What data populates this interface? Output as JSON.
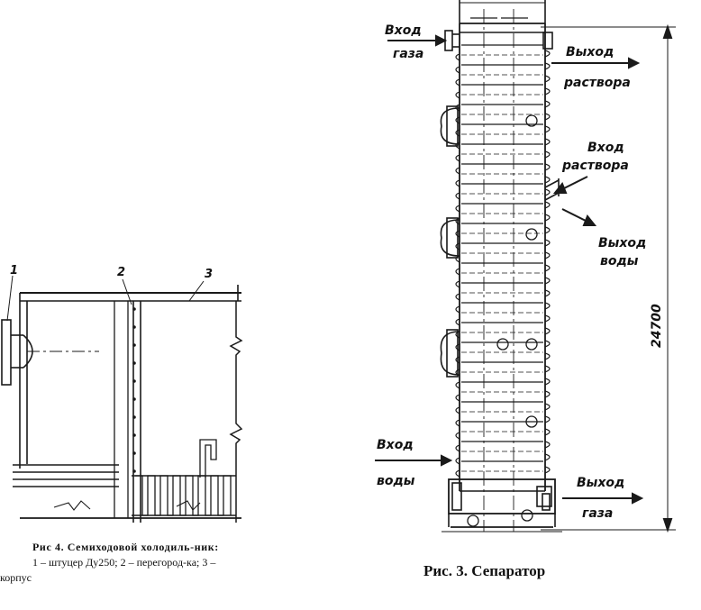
{
  "figure4": {
    "labels": [
      "1",
      "2",
      "3"
    ],
    "caption_title": "Рис 4. Семиходовой холодиль-ник:",
    "caption_body": "1 – штуцер Ду250; 2 – перегород-ка; 3 – корпус"
  },
  "figure3": {
    "gas_in_1": "Вход",
    "gas_in_2": "газа",
    "solution_out_1": "Выход",
    "solution_out_2": "раствора",
    "solution_in_1": "Вход",
    "solution_in_2": "раствора",
    "water_out_1": "Выход",
    "water_out_2": "воды",
    "water_in_1": "Вход",
    "water_in_2": "воды",
    "gas_out_1": "Выход",
    "gas_out_2": "газа",
    "height_dim": "24700",
    "caption": "Рис. 3. Сепаратор"
  }
}
